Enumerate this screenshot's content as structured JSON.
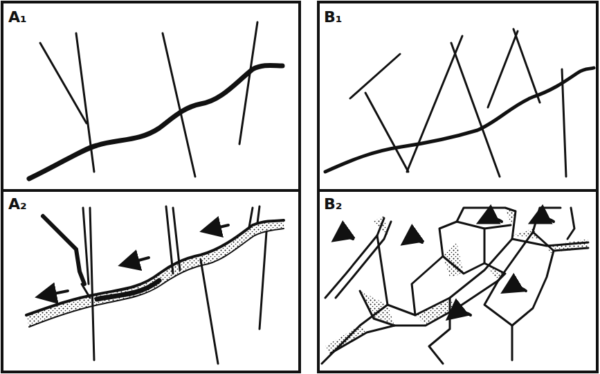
{
  "diagram": {
    "labels": [
      "A₁",
      "A₂",
      "B₁",
      "B₂"
    ]
  }
}
